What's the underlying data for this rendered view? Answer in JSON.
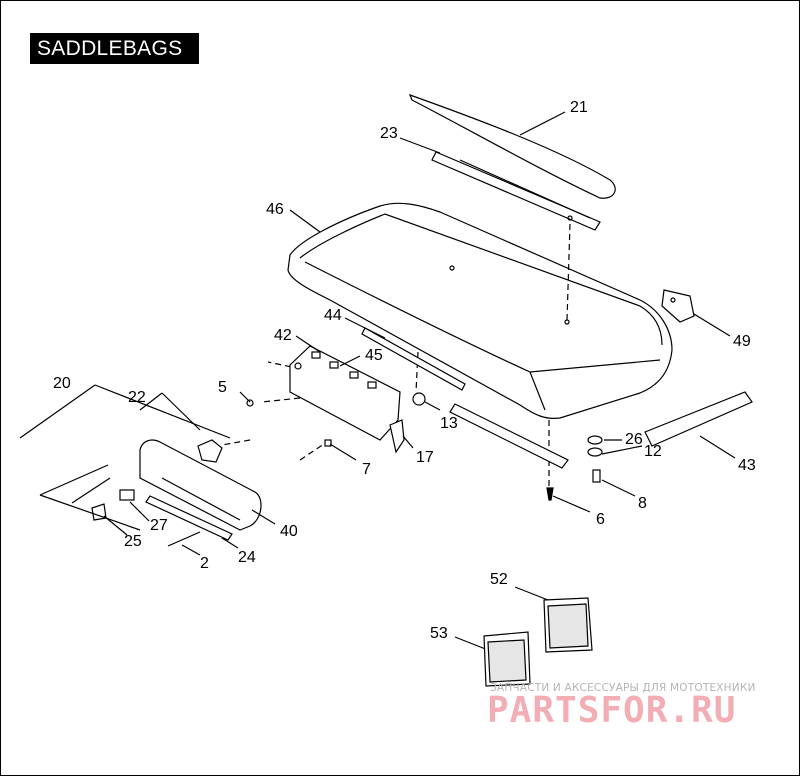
{
  "title": "SADDLEBAGS",
  "callouts": [
    "21",
    "23",
    "46",
    "49",
    "44",
    "42",
    "45",
    "20",
    "22",
    "5",
    "13",
    "17",
    "7",
    "26",
    "12",
    "43",
    "8",
    "6",
    "40",
    "27",
    "25",
    "2",
    "24",
    "52",
    "53"
  ],
  "watermark": {
    "line1": "ЗАПЧАСТИ И АКСЕССУАРЫ ДЛЯ МОТОТЕХНИКИ",
    "line2": "PARTSFOR.RU"
  },
  "colors": {
    "ink": "#000000",
    "title_bg": "#000000",
    "title_fg": "#ffffff",
    "watermark_red": "#f0a0a8",
    "watermark_grey": "#b4b4b4"
  }
}
